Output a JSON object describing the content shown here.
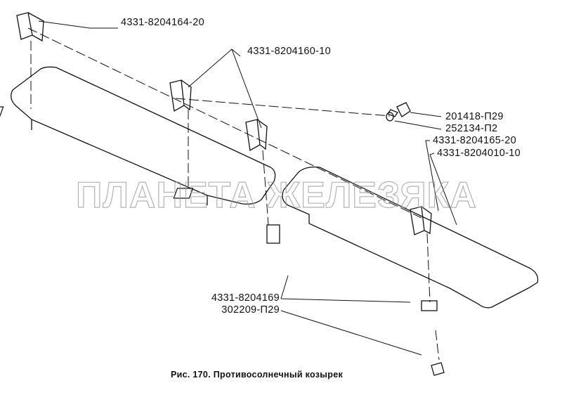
{
  "figure": {
    "caption": "Рис. 170. Противосолнечный козырек",
    "watermark": "ПЛАНЕТА ЖЕЛЕЗЯКА",
    "labels": {
      "holder_top_left": "4331-8204164-20",
      "brackets_middle": "4331-8204160-10",
      "screw": "201418-П29",
      "washer": "252134-П2",
      "bracket_right": "4331-8204165-20",
      "visor_right": "4331-8204010-10",
      "clip": "4331-8204169",
      "bottom_screw": "302209-П29"
    }
  }
}
